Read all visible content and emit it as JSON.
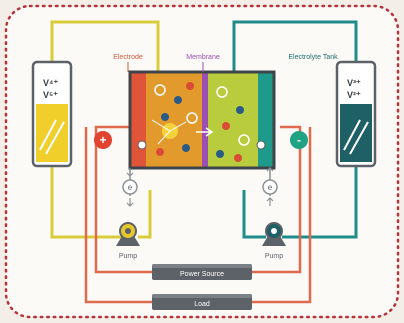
{
  "labels": {
    "electrode": "Electrode",
    "membrane": "Membrane",
    "electrolyte_tank": "Electrolyte Tank",
    "pump_left": "Pump",
    "pump_right": "Pump",
    "power_source": "Power Source",
    "load": "Load"
  },
  "left_tank": {
    "ion_1": "V⁴⁺",
    "ion_2": "V⁵⁺"
  },
  "right_tank": {
    "ion_1": "V³⁺",
    "ion_2": "V²⁺"
  },
  "terminals": {
    "positive": "+",
    "negative": "-"
  },
  "electron_symbol": "e",
  "colors": {
    "frame_border": "#b8323a",
    "left_loop": "#d8cc3a",
    "right_loop": "#1f8c8a",
    "circuit_wire": "#e06a4e",
    "left_electrode": "#e0553a",
    "left_cell": "#e39a2c",
    "membrane": "#9b4fb0",
    "right_cell": "#b8cc3e",
    "right_electrode": "#1e9a8a",
    "left_tank_fluid": "#f0cf2a",
    "right_tank_fluid": "#1f5f66",
    "positive_terminal": "#e0432f",
    "negative_terminal": "#1fa383",
    "control_bar": "#5c6268"
  },
  "icons": [
    "positive-terminal-icon",
    "negative-terminal-icon",
    "pump-icon",
    "electron-icon",
    "ion-icon",
    "membrane-icon"
  ]
}
